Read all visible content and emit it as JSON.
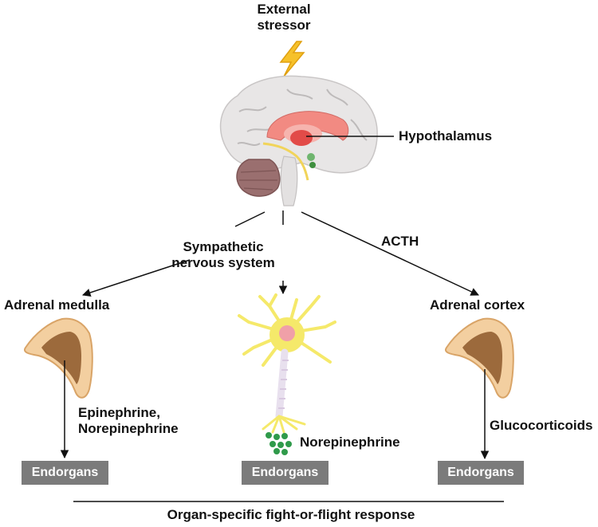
{
  "stressor": {
    "line1": "External",
    "line2": "stressor"
  },
  "hypothalamus_label": "Hypothalamus",
  "sns": {
    "line1": "Sympathetic",
    "line2": "nervous system"
  },
  "acth_label": "ACTH",
  "adrenal_medulla_label": "Adrenal medulla",
  "adrenal_cortex_label": "Adrenal cortex",
  "left_hormones": {
    "line1": "Epinephrine,",
    "line2": "Norepinephrine"
  },
  "center_hormone": "Norepinephrine",
  "right_hormone": "Glucocorticoids",
  "endorgans": [
    "Endorgans",
    "Endorgans",
    "Endorgans"
  ],
  "footer": "Organ-specific fight-or-flight response",
  "colors": {
    "lightning": "#f6c12a",
    "brain_gray": "#e8e6e6",
    "cerebellum": "#9a6f6f",
    "limbic_pink": "#f28a82",
    "hypothalamus_red": "#e24b48",
    "brainstem": "#e3e1e1",
    "gland_outer": "#f3cfa0",
    "gland_inner": "#9c6a3c",
    "neuron_yellow": "#f5e96a",
    "soma_pink": "#f0a0a8",
    "vesicle_green": "#2f9a4a",
    "endorgan_box": "#7b7b7b"
  }
}
